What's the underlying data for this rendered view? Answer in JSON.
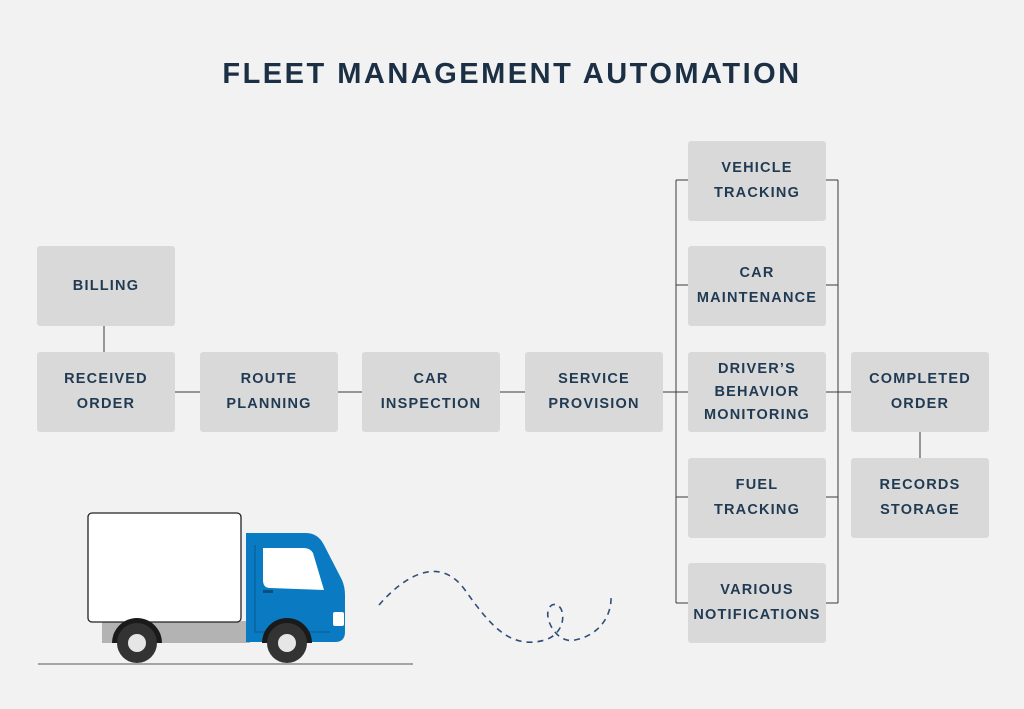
{
  "title": "FLEET MANAGEMENT AUTOMATION",
  "nodes": {
    "billing": "BILLING",
    "received_order": "RECEIVED\nORDER",
    "route_planning": "ROUTE\nPLANNING",
    "car_inspection": "CAR\nINSPECTION",
    "service_provision": "SERVICE\nPROVISION",
    "vehicle_tracking": "VEHICLE\nTRACKING",
    "car_maintenance": "CAR\nMAINTENANCE",
    "drivers_behavior_monitoring": "DRIVER’S\nBEHAVIOR\nMONITORING",
    "fuel_tracking": "FUEL\nTRACKING",
    "various_notifications": "VARIOUS\nNOTIFICATIONS",
    "completed_order": "COMPLETED\nORDER",
    "records_storage": "RECORDS\nSTORAGE"
  },
  "colors": {
    "background": "#f2f2f2",
    "node_fill": "#d9d9d9",
    "text": "#1f3a52",
    "connector": "#3a3a3a",
    "truck_cab": "#0a7bc2",
    "dashed_path": "#2f4f7a"
  },
  "illustration": {
    "icon": "delivery-truck-icon",
    "path": "dashed-route-icon"
  }
}
